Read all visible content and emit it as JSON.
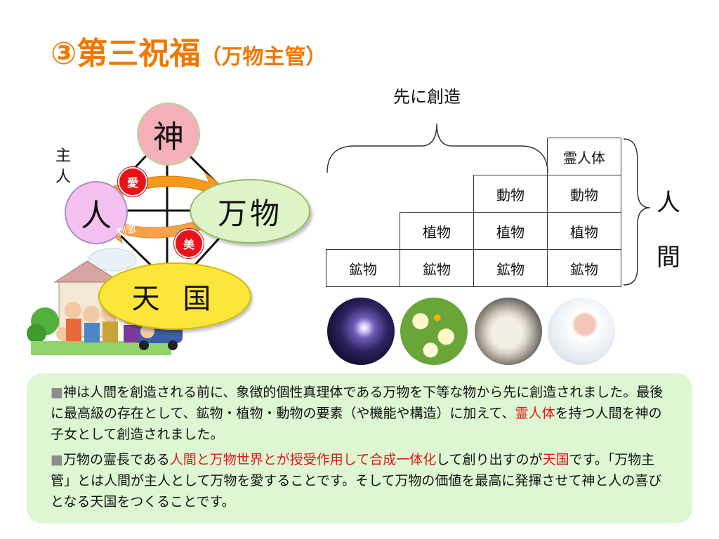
{
  "title": {
    "main": "③第三祝福",
    "sub": "（万物主管）"
  },
  "diagram": {
    "god": "神",
    "person": "人",
    "all_things": "万物",
    "heaven": "天 国",
    "master": "主人",
    "love": "愛",
    "beauty": "美",
    "stimulus": "刺激",
    "colors": {
      "orange": "#f07800",
      "red": "#e8121a",
      "heaven_yellow": "#fce63c"
    }
  },
  "hierarchy": {
    "created_first": "先に創造",
    "humans": "人間",
    "rows": [
      [
        "",
        "",
        "",
        "霊人体"
      ],
      [
        "",
        "",
        "動物",
        "動物"
      ],
      [
        "",
        "植物",
        "植物",
        "植物"
      ],
      [
        "鉱物",
        "鉱物",
        "鉱物",
        "鉱物"
      ]
    ]
  },
  "photos": [
    "galaxy",
    "flowers",
    "lamb",
    "baby"
  ],
  "paragraphs": {
    "p1": {
      "bullet": "■",
      "a": "神は人間を創造される前に、象徴的個性真理体である万物を下等な物から先に創造されました。最後に最高級の存在として、鉱物・植物・動物の要素（や機能や構造）に加えて、",
      "b": "霊人体",
      "c": "を持つ人間を神の子女として創造されました。"
    },
    "p2": {
      "bullet": "■",
      "a": "万物の霊長である",
      "b": "人間と万物世界とが授受作用して合成一体化",
      "c": "して創り出すのが",
      "d": "天国",
      "e": "です。「万物主管」とは人間が主人として万物を愛することです。そして万物の価値を最高に発揮させて神と人の喜びとなる天国をつくることです。"
    }
  }
}
